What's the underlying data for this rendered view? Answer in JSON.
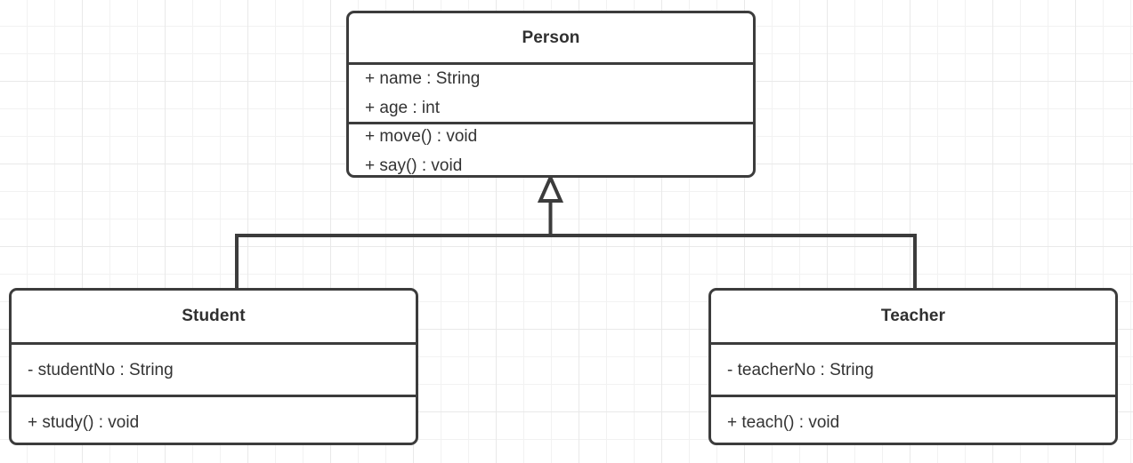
{
  "diagram": {
    "type": "uml-class-diagram",
    "relationship": "generalization",
    "background": "grid",
    "colors": {
      "border": "#3c3c3c",
      "text": "#333333",
      "fill": "#ffffff",
      "grid_minor": "#f2f2f2",
      "grid_major": "#e9e9e9"
    }
  },
  "classes": {
    "person": {
      "name": "Person",
      "attributes": [
        "+ name : String",
        "+ age : int"
      ],
      "operations": [
        "+ move() : void",
        "+ say() : void"
      ]
    },
    "student": {
      "name": "Student",
      "attributes": [
        "- studentNo : String"
      ],
      "operations": [
        "+ study() : void"
      ]
    },
    "teacher": {
      "name": "Teacher",
      "attributes": [
        "- teacherNo : String"
      ],
      "operations": [
        "+ teach() : void"
      ]
    }
  },
  "relationships": [
    {
      "kind": "generalization",
      "parent": "Person",
      "children": [
        "Student",
        "Teacher"
      ],
      "arrow": "hollow-triangle"
    }
  ]
}
